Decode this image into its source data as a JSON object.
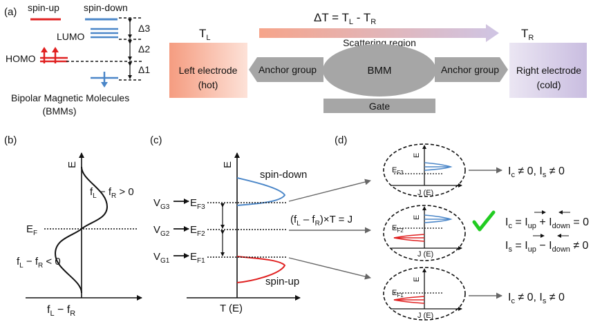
{
  "panel_a": {
    "label": "(a)",
    "legend_spin_up": "spin-up",
    "legend_spin_down": "spin-down",
    "lumo": "LUMO",
    "homo": "HOMO",
    "delta3": "Δ3",
    "delta2": "Δ2",
    "delta1": "Δ1",
    "bmm_line1": "Bipolar Magnetic Molecules",
    "bmm_line2": "(BMMs)",
    "delta_t_main": "ΔT = T",
    "delta_t_sub_l": "L",
    "delta_t_minus": " - T",
    "delta_t_sub_r": "R",
    "tl_main": "T",
    "tl_sub": "L",
    "tr_main": "T",
    "tr_sub": "R",
    "scattering": "Scattering region",
    "left_electrode_1": "Left electrode",
    "left_electrode_2": "(hot)",
    "right_electrode_1": "Right electrode",
    "right_electrode_2": "(cold)",
    "anchor_left": "Anchor group",
    "anchor_right": "Anchor group",
    "bmm": "BMM",
    "gate": "Gate",
    "colors": {
      "spin_up": "#e02020",
      "spin_down": "#4a86c8",
      "left_electrode": "#f9b7a0",
      "right_electrode": "#d8cfe8",
      "gray": "#a6a6a6"
    }
  },
  "panel_b": {
    "label": "(b)",
    "e_axis": "E",
    "ef": "E",
    "ef_sub": "F",
    "pos_1": "f",
    "pos_1s": "L",
    "pos_2": " − f",
    "pos_2s": "R",
    "pos_3": " > 0",
    "neg_1": "f",
    "neg_1s": "L",
    "neg_2": " − f",
    "neg_2s": "R",
    "neg_3": " < 0",
    "x_1": "f",
    "x_1s": "L",
    "x_2": " − f",
    "x_2s": "R"
  },
  "panel_c": {
    "label": "(c)",
    "e_axis": "E",
    "spin_down": "spin-down",
    "spin_up": "spin-up",
    "vg3": "V",
    "vg3s": "G3",
    "ef3": "E",
    "ef3s": "F3",
    "vg2": "V",
    "vg2s": "G2",
    "ef2": "E",
    "ef2s": "F2",
    "vg1": "V",
    "vg1s": "G1",
    "ef1": "E",
    "ef1s": "F1",
    "x_axis": "T (E)",
    "formula_1": "(f",
    "formula_1s": "L",
    "formula_2": " – f",
    "formula_2s": "R",
    "formula_3": ")×T = J"
  },
  "panel_d": {
    "label": "(d)",
    "e_axis": "E",
    "j_axis": "J (E)",
    "ef3": "E",
    "ef3s": "F3",
    "ef2": "E",
    "ef2s": "F2",
    "ef1": "E",
    "ef1s": "F1",
    "check": "✓",
    "top_result": "I",
    "top_c": "c",
    "top_mid": " ≠ 0, I",
    "top_s": "s",
    "top_end": " ≠ 0",
    "ic_1": "I",
    "ic_1s": "c",
    "ic_2": " = I",
    "ic_2s": "up",
    "ic_3": " + I",
    "ic_3s": "down",
    "ic_4": " = 0",
    "is_1": "I",
    "is_1s": "s",
    "is_2": " = I",
    "is_2s": "up",
    "is_3": " − I",
    "is_3s": "down",
    "is_4": " ≠ 0",
    "bot_result": "I",
    "bot_c": "c",
    "bot_mid": " ≠ 0, I",
    "bot_s": "s",
    "bot_end": " ≠ 0",
    "check_color": "#22cc22"
  }
}
